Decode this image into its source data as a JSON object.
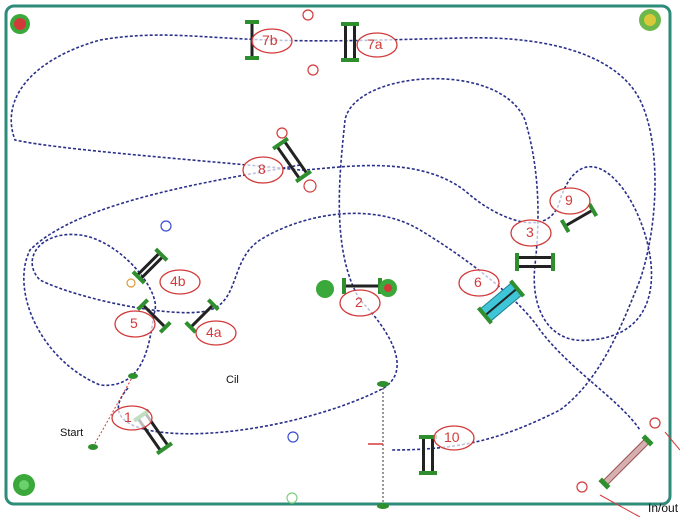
{
  "colors": {
    "border": "#2e8b7a",
    "path": "#2a2f8a",
    "number_ring": "#d23a3a",
    "fence_green": "#2f8f2f",
    "water": "#3ec6d8",
    "tree_green": "#3aa83a",
    "flower_red": "#d23a3a",
    "flower_blue": "#3a4fd2",
    "flower_pale_green": "#7fd07f"
  },
  "obstacles": [
    {
      "num": "1",
      "type": "oxer"
    },
    {
      "num": "2",
      "type": "vertical"
    },
    {
      "num": "3",
      "type": "oxer"
    },
    {
      "num": "4a",
      "type": "vertical"
    },
    {
      "num": "4b",
      "type": "vertical"
    },
    {
      "num": "5",
      "type": "vertical"
    },
    {
      "num": "6",
      "type": "water-jump"
    },
    {
      "num": "7a",
      "type": "oxer"
    },
    {
      "num": "7b",
      "type": "vertical"
    },
    {
      "num": "8",
      "type": "oxer"
    },
    {
      "num": "9",
      "type": "vertical"
    },
    {
      "num": "10",
      "type": "oxer"
    }
  ],
  "labels": {
    "start": "Start",
    "finish": "Cil",
    "entry_exit": "In/out"
  },
  "decorations": [
    {
      "icon": "tree-red-icon"
    },
    {
      "icon": "tree-yellow-icon"
    },
    {
      "icon": "tree-green-icon"
    },
    {
      "icon": "flower-red-icon"
    },
    {
      "icon": "flower-blue-icon"
    },
    {
      "icon": "flower-pale-green-icon"
    }
  ]
}
